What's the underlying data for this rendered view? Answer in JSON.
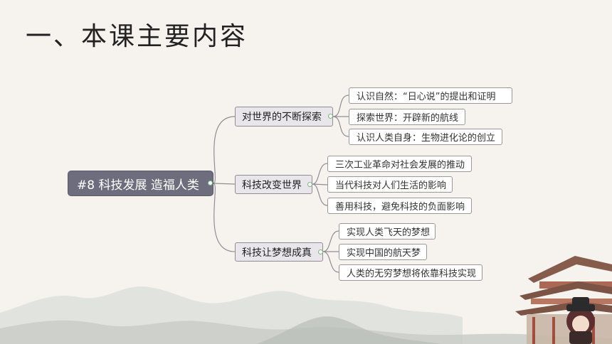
{
  "page": {
    "title": "一、本课主要内容"
  },
  "mindmap": {
    "root": "#8 科技发展  造福人类",
    "branches": [
      {
        "label": "对世界的不断探索",
        "children": [
          "认识自然：“日心说”的提出和证明",
          "探索世界：开辟新的航线",
          "认识人类自身：生物进化论的创立"
        ]
      },
      {
        "label": "科技改变世界",
        "children": [
          "三次工业革命对社会发展的推动",
          "当代科技对人们生活的影响",
          "善用科技，避免科技的负面影响"
        ]
      },
      {
        "label": "科技让梦想成真",
        "children": [
          "实现人类飞天的梦想",
          "实现中国的航天梦",
          "人类的无穷梦想将依靠科技实现"
        ]
      }
    ]
  },
  "colors": {
    "root_bg": "#6e6d7d",
    "branch_bg": "#e8e6ea",
    "line": "#8e8e94",
    "connector_dot": "#7fb87f"
  }
}
